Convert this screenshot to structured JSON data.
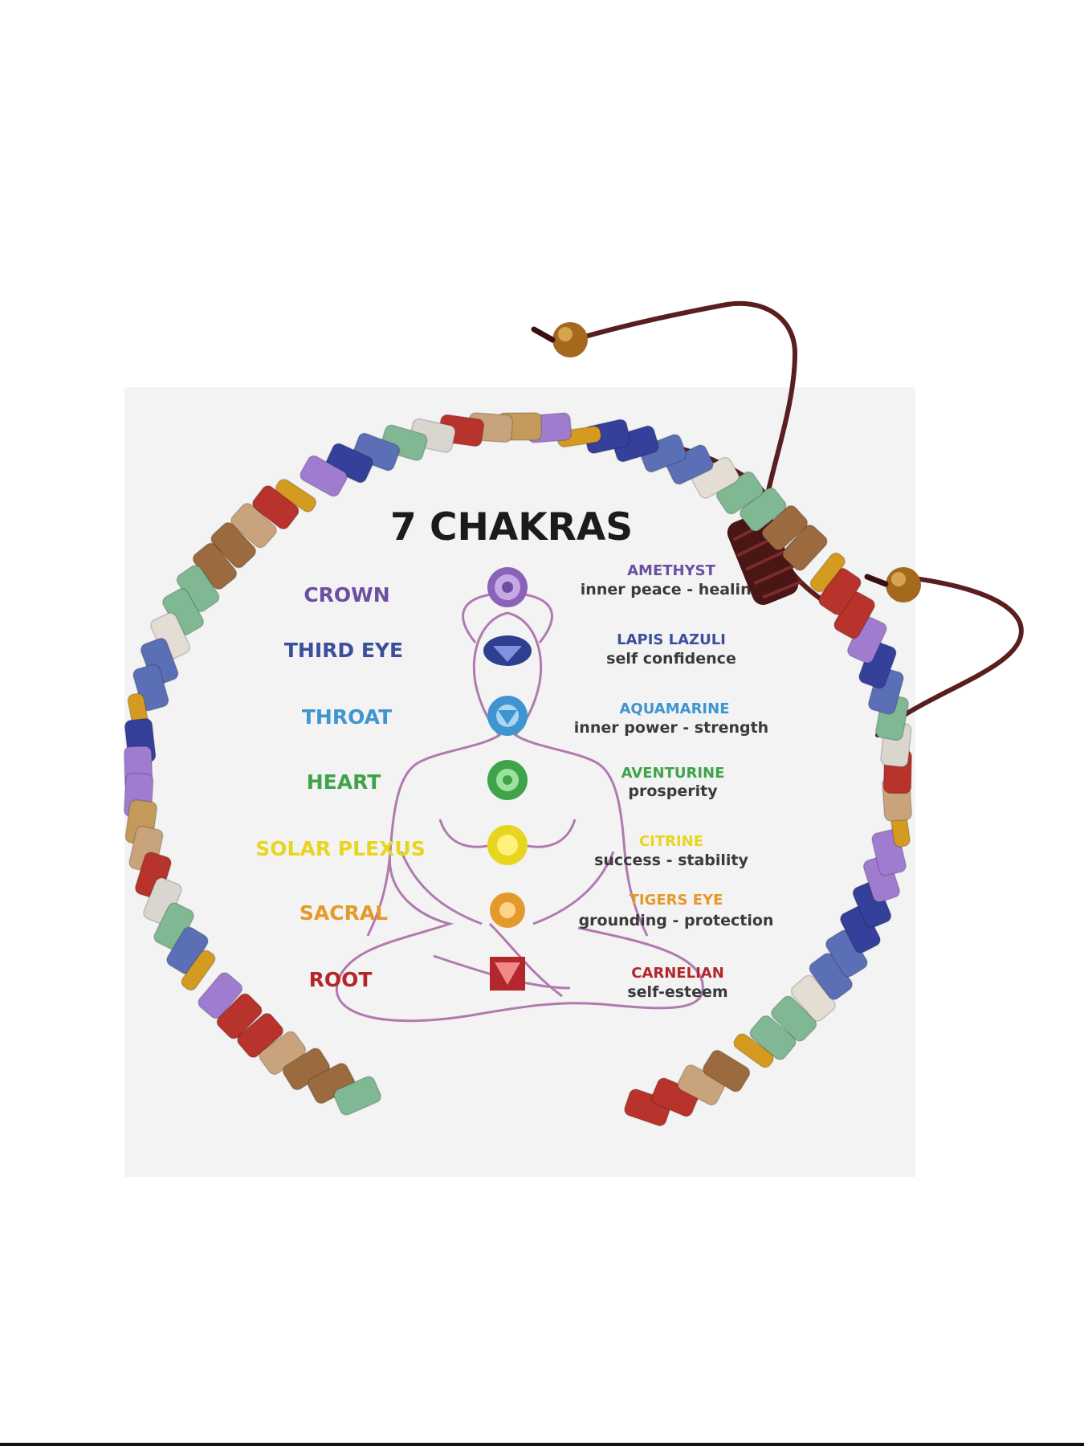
{
  "title": "7 CHAKRAS",
  "colors": {
    "crown": "#6b4fa0",
    "third_eye": "#3c4f9c",
    "throat": "#3f95d0",
    "heart": "#3fa34a",
    "solar_plexus": "#e8d51f",
    "sacral": "#e49a2a",
    "root": "#b3262b",
    "cord": "#5a1e1e",
    "figure_outline": "#b07ab0"
  },
  "chakras": [
    {
      "name": "CROWN",
      "stone": "AMETHYST",
      "desc": "inner peace - healing",
      "icon": "crown-chakra-icon"
    },
    {
      "name": "THIRD EYE",
      "stone": "LAPIS LAZULI",
      "desc": "self confidence",
      "icon": "third-eye-chakra-icon"
    },
    {
      "name": "THROAT",
      "stone": "AQUAMARINE",
      "desc": "inner power - strength",
      "icon": "throat-chakra-icon"
    },
    {
      "name": "HEART",
      "stone": "AVENTURINE",
      "desc": "prosperity",
      "icon": "heart-chakra-icon"
    },
    {
      "name": "SOLAR PLEXUS",
      "stone": "CITRINE",
      "desc": "success - stability",
      "icon": "solar-plexus-chakra-icon"
    },
    {
      "name": "SACRAL",
      "stone": "TIGERS EYE",
      "desc": "grounding - protection",
      "icon": "sacral-chakra-icon"
    },
    {
      "name": "ROOT",
      "stone": "CARNELIAN",
      "desc": "self-esteem",
      "icon": "root-chakra-icon"
    }
  ]
}
